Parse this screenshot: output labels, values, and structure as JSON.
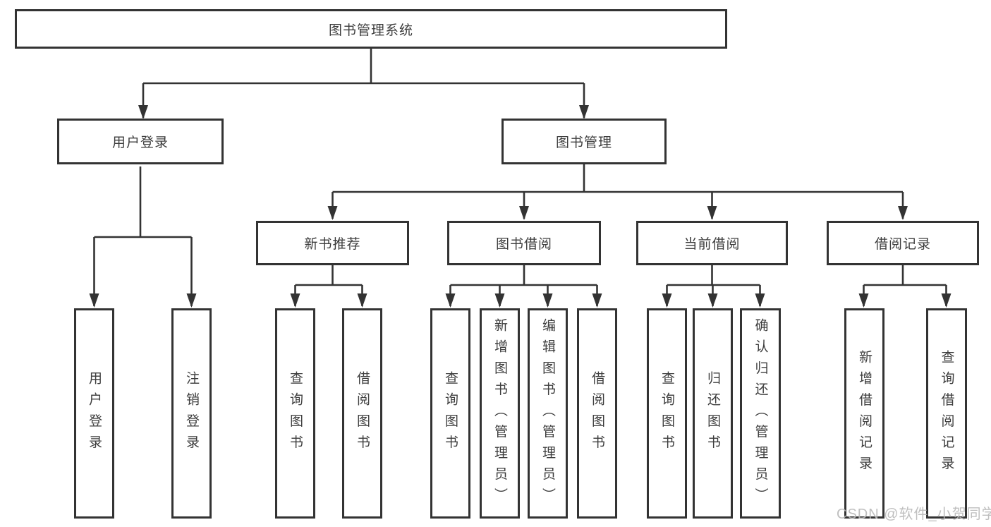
{
  "diagram": {
    "tree": {
      "label": "图书管理系统",
      "children": [
        {
          "label": "用户登录",
          "children": [
            {
              "label": "用户登录"
            },
            {
              "label": "注销登录"
            }
          ]
        },
        {
          "label": "图书管理",
          "children": [
            {
              "label": "新书推荐",
              "children": [
                {
                  "label": "查询图书"
                },
                {
                  "label": "借阅图书"
                }
              ]
            },
            {
              "label": "图书借阅",
              "children": [
                {
                  "label": "查询图书"
                },
                {
                  "label": "新增图书（管理员）"
                },
                {
                  "label": "编辑图书（管理员）"
                },
                {
                  "label": "借阅图书"
                }
              ]
            },
            {
              "label": "当前借阅",
              "children": [
                {
                  "label": "查询图书"
                },
                {
                  "label": "归还图书"
                },
                {
                  "label": "确认归还（管理员）"
                }
              ]
            },
            {
              "label": "借阅记录",
              "children": [
                {
                  "label": "新增借阅记录"
                },
                {
                  "label": "查询借阅记录"
                }
              ]
            }
          ]
        }
      ]
    },
    "colors": {
      "line": "#333333",
      "text": "#3d3d3d",
      "background": "#ffffff",
      "watermark": "#b9b9b9"
    },
    "watermark": "CSDN @软件_小贺同学"
  }
}
